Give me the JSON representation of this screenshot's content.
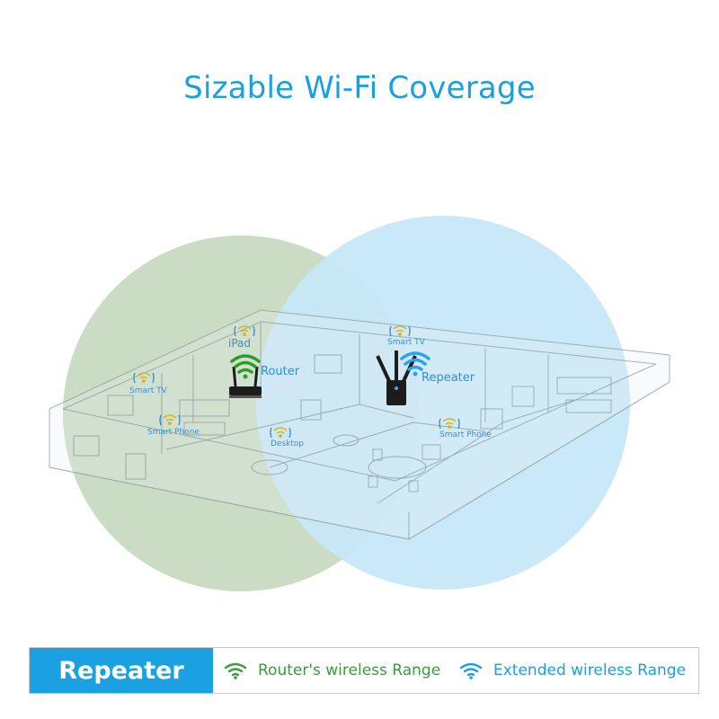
{
  "title": "Sizable Wi-Fi Coverage",
  "devices": {
    "router_label": "Router",
    "repeater_label": "Repeater",
    "ipad_label": "iPad",
    "smart_tv_left": "Smart TV",
    "smart_phone_left": "Smart Phone",
    "desktop": "Desktop",
    "smart_tv_right": "Smart TV",
    "smart_phone_right": "Smart Phone"
  },
  "legend": {
    "badge": "Repeater",
    "router_range": "Router's wireless Range",
    "extended_range": "Extended wireless Range"
  },
  "colors": {
    "title": "#1a9fe0",
    "router_range": "#3c9a3c",
    "extended_range": "#1a9fe0",
    "badge_bg": "#1ba0e1"
  },
  "icons": {
    "router_signal": "wifi-icon",
    "repeater_signal": "wifi-icon",
    "legend_green": "wifi-icon",
    "legend_blue": "wifi-icon"
  }
}
